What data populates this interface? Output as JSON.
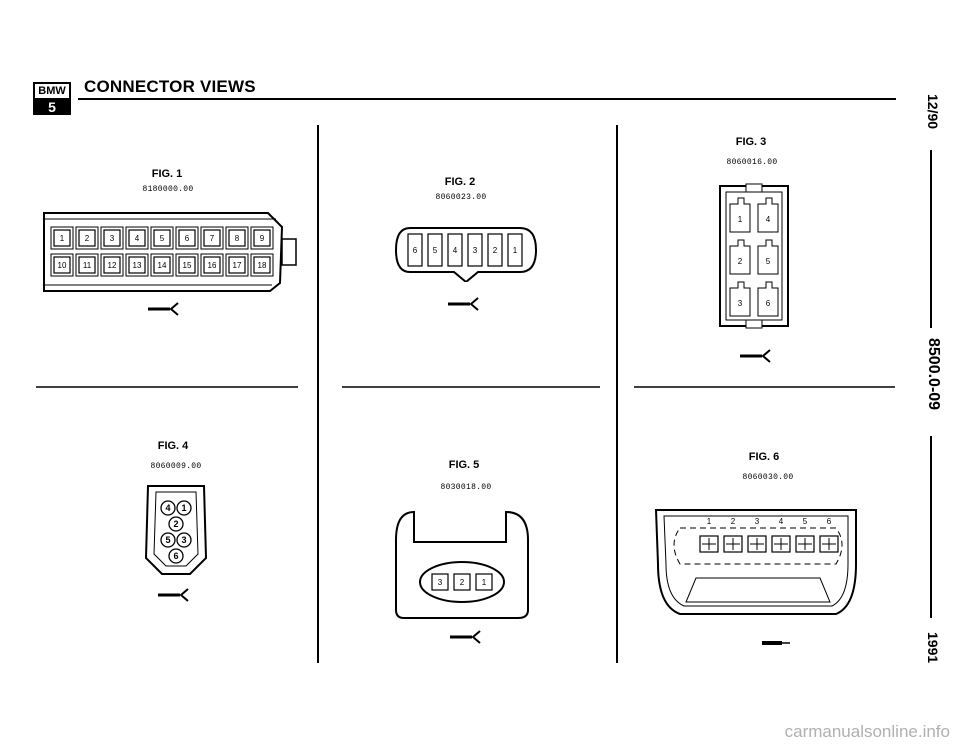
{
  "header": {
    "logo_top": "BMW",
    "logo_bottom": "5",
    "title": "CONNECTOR VIEWS"
  },
  "side": {
    "date": "12/90",
    "section": "8500.0-09",
    "year": "1991"
  },
  "figures": [
    {
      "label": "FIG. 1",
      "code": "8180000.00"
    },
    {
      "label": "FIG. 2",
      "code": "8060023.00"
    },
    {
      "label": "FIG. 3",
      "code": "8060016.00"
    },
    {
      "label": "FIG. 4",
      "code": "8060009.00"
    },
    {
      "label": "FIG. 5",
      "code": "8030018.00"
    },
    {
      "label": "FIG. 6",
      "code": "8060030.00"
    }
  ],
  "fig1": {
    "top_pins": [
      "1",
      "2",
      "3",
      "4",
      "5",
      "6",
      "7",
      "8",
      "9"
    ],
    "bottom_pins": [
      "10",
      "11",
      "12",
      "13",
      "14",
      "15",
      "16",
      "17",
      "18"
    ]
  },
  "fig2": {
    "pins": [
      "6",
      "5",
      "4",
      "3",
      "2",
      "1"
    ]
  },
  "fig3": {
    "pins": [
      "1",
      "4",
      "2",
      "5",
      "3",
      "6"
    ]
  },
  "fig4": {
    "pins": [
      "4",
      "1",
      "2",
      "5",
      "3",
      "6"
    ]
  },
  "fig5": {
    "pins": [
      "3",
      "2",
      "1"
    ]
  },
  "fig6": {
    "pins": [
      "1",
      "2",
      "3",
      "4",
      "5",
      "6"
    ]
  },
  "footer": "carmanualsonline.info"
}
